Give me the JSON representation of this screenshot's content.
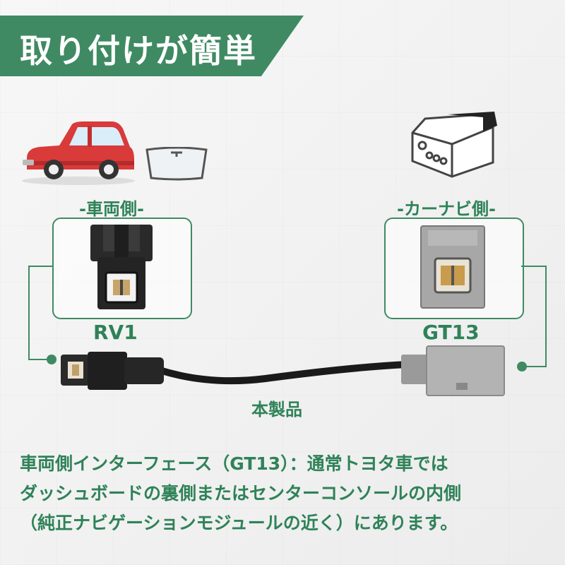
{
  "title": "取り付けが簡単",
  "vehicle_side": {
    "label": "-車両側-",
    "connector": "RV1"
  },
  "navi_side": {
    "label": "-カーナビ側-",
    "connector": "GT13"
  },
  "product_label": "本製品",
  "description_lines": [
    "車両側インターフェース（GT13）：通常トヨタ車では",
    "ダッシュボードの裏側またはセンターコンソールの内側",
    "（純正ナビゲーションモジュールの近く）にあります。"
  ],
  "colors": {
    "accent": "#3f8a63",
    "text_green": "#2f8258",
    "car_red": "#d93a3a"
  },
  "icons": [
    "car-icon",
    "windshield-icon",
    "navi-unit-icon",
    "rv1-connector",
    "gt13-connector",
    "adapter-cable"
  ]
}
